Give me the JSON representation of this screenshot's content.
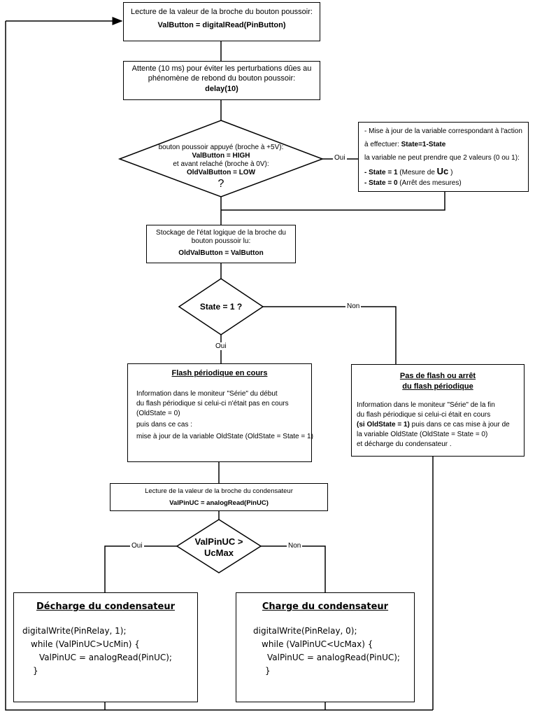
{
  "read_button": {
    "line1": "Lecture de la valeur de la broche du bouton poussoir:",
    "line2": "ValButton = digitalRead(PinButton)"
  },
  "delay": {
    "line1": "Attente (10 ms) pour éviter les perturbations dûes au",
    "line2": "phénomène de rebond du bouton poussoir:",
    "line3": "delay(10)"
  },
  "button_pressed": {
    "line1": "bouton poussoir appuyé (broche à +5V):",
    "line2": "ValButton = HIGH",
    "line3": "et avant relaché (broche à 0V):",
    "line4": "OldValButton = LOW",
    "line5": "?"
  },
  "labels": {
    "oui": "Oui",
    "non": "Non"
  },
  "update_state": {
    "line1": "- Mise à jour de la variable correspondant à l'action",
    "line2a": "à effectuer: ",
    "line2b": "State=1-State",
    "line3": "la variable ne peut prendre que 2 valeurs (0 ou 1):",
    "line4a": "- State = 1",
    "line4b": " (Mesure de ",
    "line4c": "Uc",
    "line4d": " )",
    "line5a": "- State = 0",
    "line5b": " (Arrêt des mesures)"
  },
  "store_state": {
    "line1": "Stockage de l'état logique de la broche du",
    "line2": "bouton poussoir lu:",
    "line3": "OldValButton = ValButton"
  },
  "state_check": {
    "text": "State = 1 ?"
  },
  "flash_active": {
    "title": "Flash périodique en cours",
    "line1": "Information dans le moniteur \"Série\" du début",
    "line2": "du flash périodique si celui-ci n'était pas en cours",
    "line3": "(OldState = 0)",
    "line4": "puis dans ce cas :",
    "line5": "mise à jour de la variable OldState (OldState = State = 1)"
  },
  "no_flash": {
    "title1": "Pas de flash ou arrêt",
    "title2": "du flash périodique",
    "line1": "Information dans le moniteur \"Série\" de la fin",
    "line2": "du flash périodique si celui-ci était en cours",
    "line3a": "(si OldState = 1)",
    "line3b": "  puis dans ce cas mise à jour de",
    "line4": "la variable OldState (OldState = State = 0)",
    "line5": "et décharge du condensateur ."
  },
  "read_capacitor": {
    "line1": "Lecture de la valeur de la broche du condensateur",
    "line2": "ValPinUC = analogRead(PinUC)"
  },
  "uc_check": {
    "line1": "ValPinUC >",
    "line2": "UcMax"
  },
  "discharge": {
    "title": "Décharge du condensateur",
    "code1": "digitalWrite(PinRelay, 1);",
    "code2": "while (ValPinUC>UcMin) {",
    "code3": "ValPinUC = analogRead(PinUC);",
    "code4": "}"
  },
  "charge": {
    "title": "Charge du condensateur",
    "code1": "digitalWrite(PinRelay, 0);",
    "code2": "while (ValPinUC<UcMax) {",
    "code3": "ValPinUC = analogRead(PinUC);",
    "code4": "}"
  }
}
